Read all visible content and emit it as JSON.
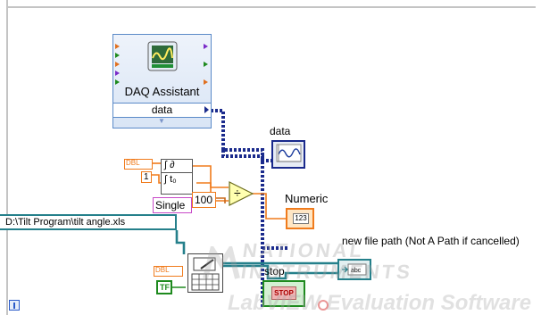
{
  "daq_assistant": {
    "title": "DAQ Assistant",
    "terminal": "data",
    "icon": "daq-waveform-icon"
  },
  "dbl_constant_1": {
    "type_label": "DBL",
    "value": "1"
  },
  "dbl_constant_2": {
    "type_label": "DBL"
  },
  "integral_node": {
    "top_glyph": "∫ ∂",
    "bottom_glyph": "∫ t₀"
  },
  "single_constant": {
    "label": "Single"
  },
  "numeric_100": {
    "value": "100"
  },
  "divide_node": {
    "glyph": "÷"
  },
  "data_indicator": {
    "label": "data",
    "icon": "waveform-chart-icon"
  },
  "numeric_indicator": {
    "label": "Numeric",
    "value": "123"
  },
  "file_path_constant": {
    "value": "D:\\Tilt Program\\tilt angle.xls"
  },
  "write_spreadsheet": {
    "icon": "write-spreadsheet-icon"
  },
  "tf_constant": {
    "value": "TF"
  },
  "stop_terminal": {
    "label": "stop",
    "value": "STOP"
  },
  "new_file_path": {
    "label": "new file path (Not A Path if cancelled)",
    "icon": "path-indicator-icon"
  },
  "watermark": {
    "line1": "NATIONAL",
    "line2": "INSTRUMENTS",
    "line3": "LabVIEW Evaluation Software"
  },
  "colors": {
    "dbl_wire": "#f07b1c",
    "dynamic_wire": "#1a2a8c",
    "path_wire": "#25808b",
    "single_wire": "#c8681c",
    "bool_wire": "#1e8a1e",
    "node_border": "#5b8ac8"
  }
}
